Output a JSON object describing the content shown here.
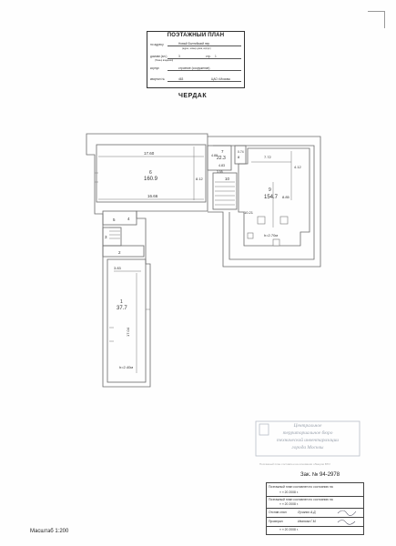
{
  "header": {
    "title": "ПОЭТАЖНЫЙ ПЛАН",
    "address_label": "по адресу",
    "address_value": "Новый Балтийский пер.",
    "address_note": "(адрес, номер дома, корпус)",
    "building_label": "домовл.(вл.)",
    "building_value": "3",
    "building_note": "(Номер владения)",
    "structure_label": "стр.",
    "structure_value": "1",
    "korpus_label": "корпус",
    "korpus_value": "строение (сооружение)",
    "kvartal_label": "квартал №",
    "kvartal_value": "463",
    "area_value": "ЦАО г.Москвы"
  },
  "floor_title": "ЧЕРДАК",
  "rooms": [
    {
      "number": "6",
      "area": "160.9",
      "dims": [
        "17.60",
        "8.12",
        "16.66"
      ]
    },
    {
      "number": "7",
      "area": "22.3",
      "dims": [
        "4.88",
        "4.83"
      ]
    },
    {
      "number": "8",
      "area": "",
      "dims": [
        "0.74"
      ]
    },
    {
      "number": "9",
      "area": "154.7",
      "dims": [
        "7.72",
        "4.12",
        "8.85",
        "10.21"
      ]
    },
    {
      "number": "10",
      "area": "",
      "dims": [
        "3.55"
      ]
    },
    {
      "number": "1",
      "area": "37.7",
      "dims": [
        "3.83",
        "17.04"
      ]
    },
    {
      "number": "2",
      "area": "",
      "dims": []
    },
    {
      "number": "3",
      "area": "",
      "dims": []
    },
    {
      "number": "4",
      "area": "",
      "dims": []
    },
    {
      "number": "5",
      "area": "",
      "dims": []
    }
  ],
  "heights": [
    "h=2.70м",
    "h=2.40м"
  ],
  "stamp": {
    "lines": [
      "Центральное",
      "территориальное бюро",
      "технической инвентаризации",
      "города Москвы"
    ]
  },
  "faded_note": "Поэтажный план составлен на основании обмеров БТИ",
  "order": "Зак. № 94-2978",
  "titleblock": {
    "line1": "Поэтажный план составлен по состоянию на",
    "line2": "«  »   20   2008 г.",
    "line3": "Поэтажный план составлен по состоянию на",
    "line4": "«  »   20   2008 г.",
    "drawer_label": "Отсняв снял",
    "drawer_name": "Лучанко А.Д.",
    "checker_label": "Проверил",
    "checker_name": "Иванова Г.М.",
    "date_final": "«  »   20   2008 г."
  },
  "scale": "Масштаб 1:200",
  "colors": {
    "line": "#555555",
    "wall": "#8a8a8a",
    "stamp": "#9aa2ad"
  }
}
